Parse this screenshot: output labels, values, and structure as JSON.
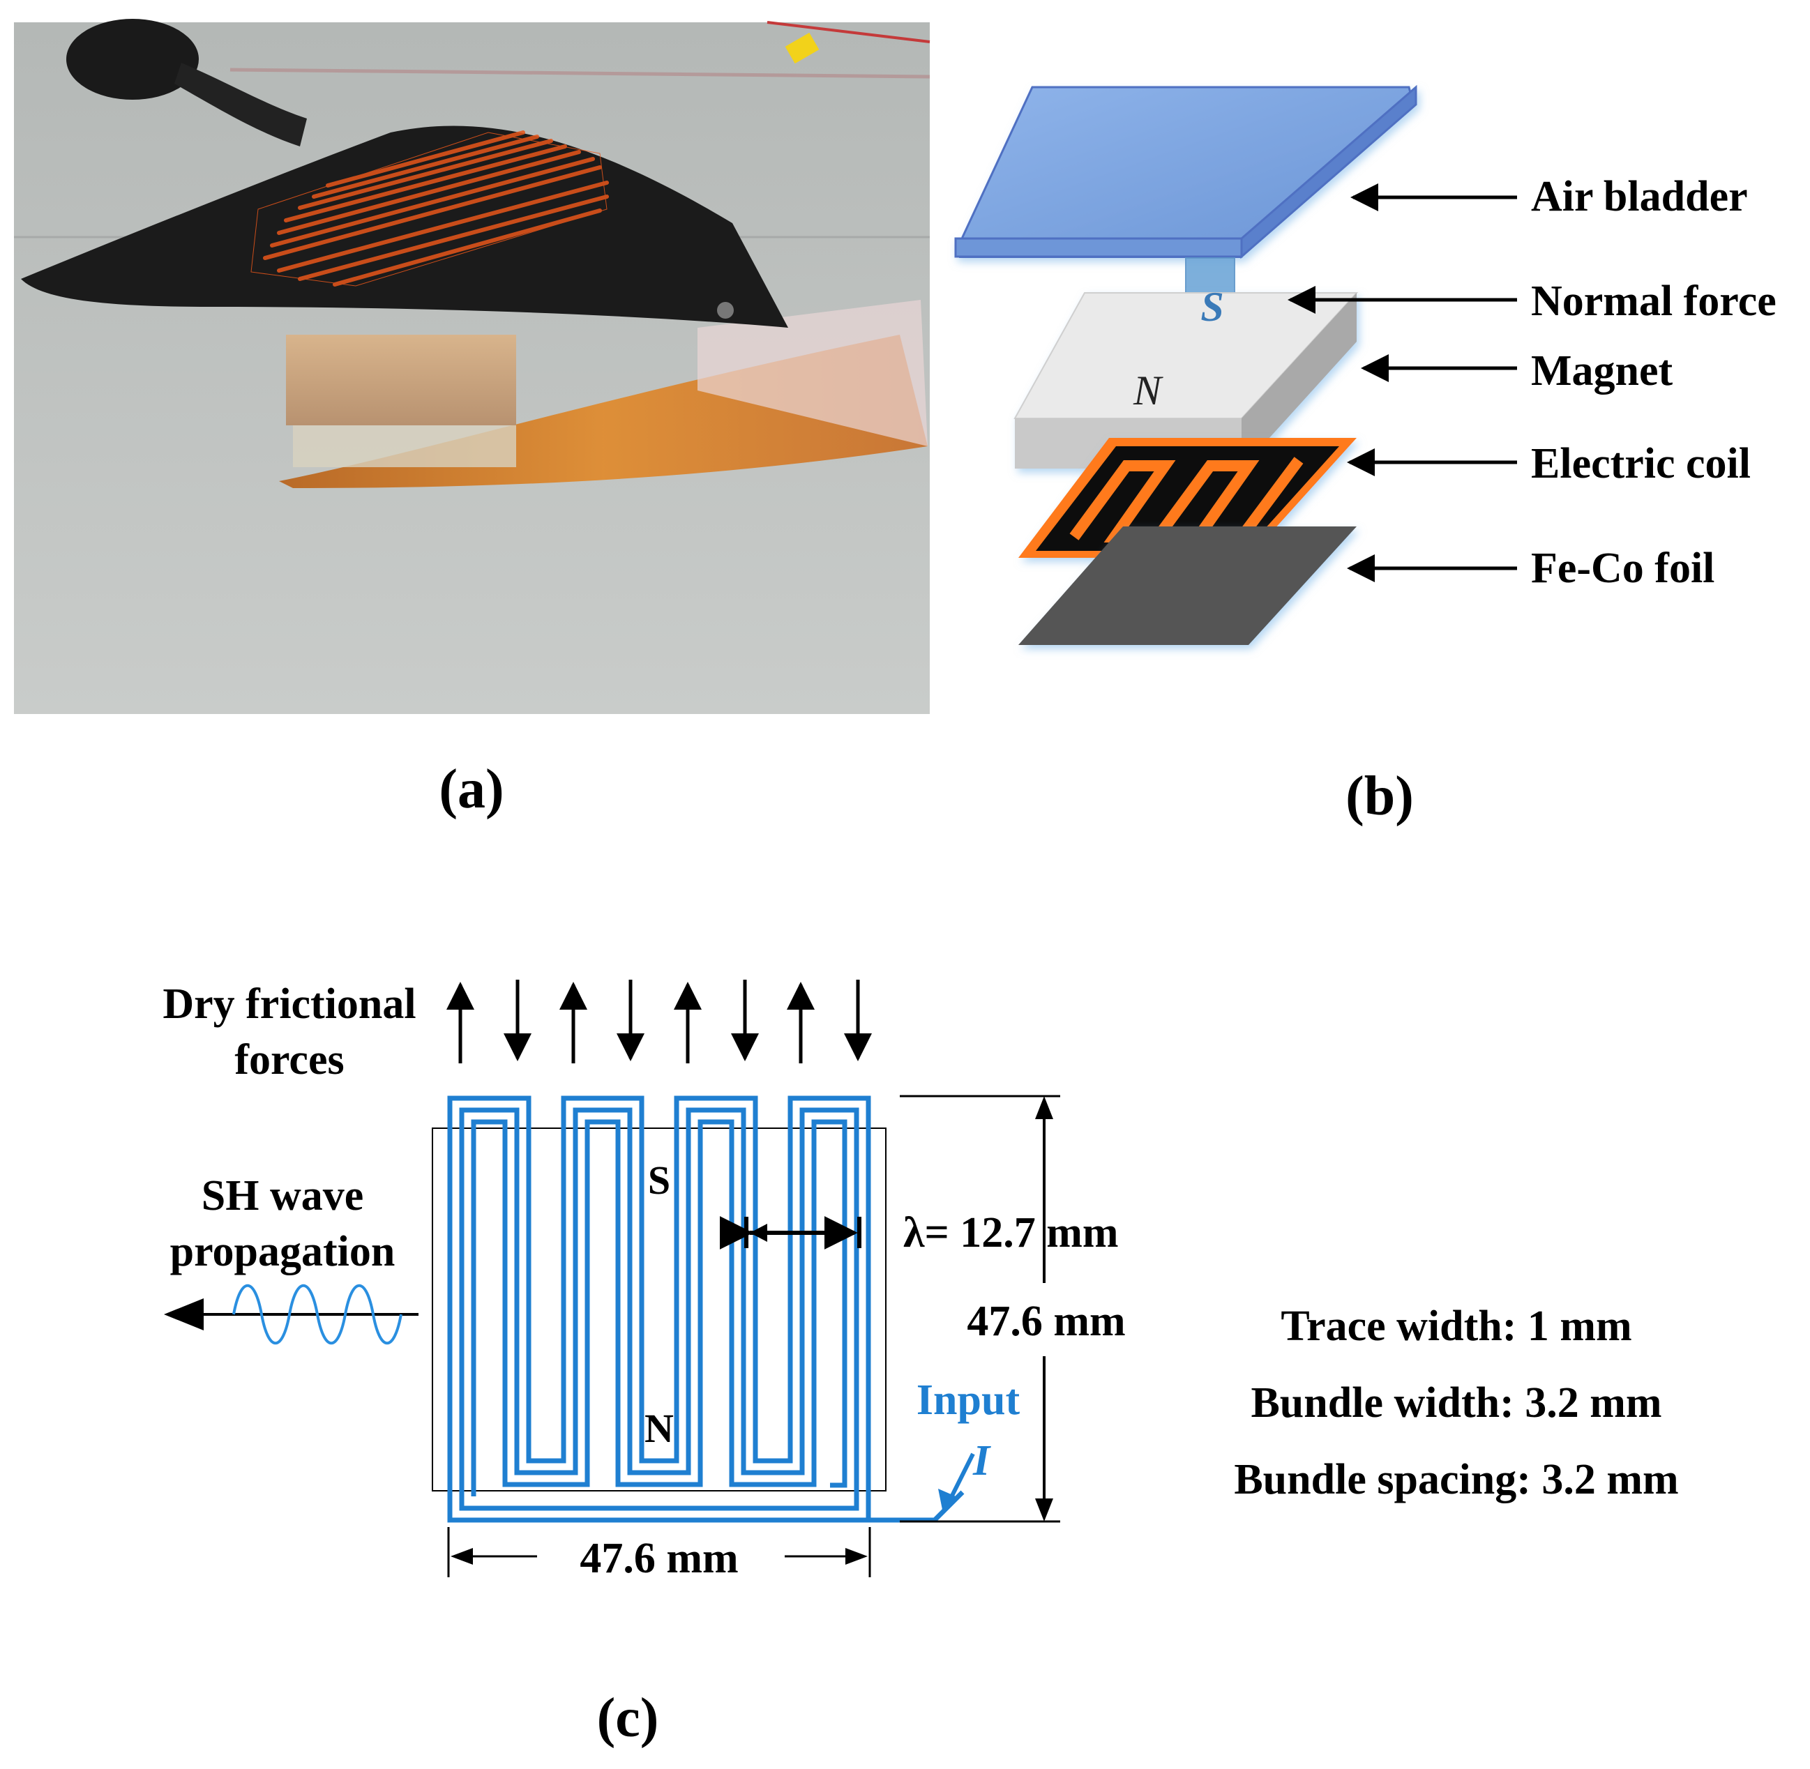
{
  "panel_a": {
    "caption": "(a)"
  },
  "panel_b": {
    "caption": "(b)",
    "labels": [
      "Air bladder",
      "Normal force",
      "Magnet",
      "Electric coil",
      "Fe-Co foil"
    ],
    "pole_top": "S",
    "pole_bottom": "N",
    "colors": {
      "bladder": "#7fa8e0",
      "magnet": "#d9d9d9",
      "coil": "#ff7a1a",
      "foil": "#555555",
      "force_arrow": "#6ea6d6"
    }
  },
  "panel_c": {
    "caption": "(c)",
    "friction_label_line1": "Dry frictional",
    "friction_label_line2": "forces",
    "wave_label_line1": "SH wave",
    "wave_label_line2": "propagation",
    "pole_s": "S",
    "pole_n": "N",
    "wavelength_label": "λ= 12.7 mm",
    "height_label": "47.6 mm",
    "width_label": "47.6 mm",
    "input_label": "Input",
    "current_label": "I",
    "trace_width": "Trace width: 1 mm",
    "bundle_width": "Bundle width: 3.2 mm",
    "bundle_spacing": "Bundle spacing: 3.2 mm",
    "colors": {
      "coil": "#1f7fd1"
    }
  }
}
